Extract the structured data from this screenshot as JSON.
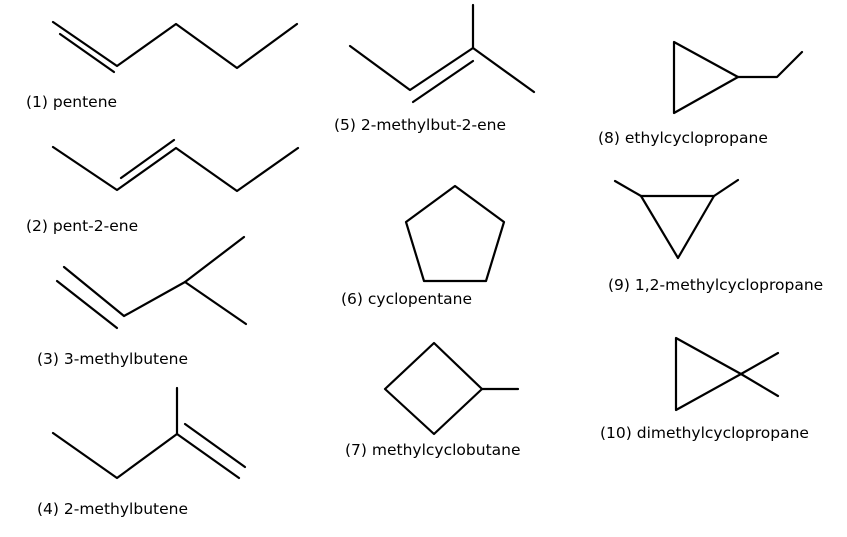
{
  "structures": [
    {
      "id": "1",
      "label": "(1) pentene"
    },
    {
      "id": "2",
      "label": "(2) pent-2-ene"
    },
    {
      "id": "3",
      "label": "(3) 3-methylbutene"
    },
    {
      "id": "4",
      "label": "(4) 2-methylbutene"
    },
    {
      "id": "5",
      "label": "(5) 2-methylbut-2-ene"
    },
    {
      "id": "6",
      "label": "(6) cyclopentane"
    },
    {
      "id": "7",
      "label": "(7) methylcyclobutane"
    },
    {
      "id": "8",
      "label": "(8) ethylcyclopropane"
    },
    {
      "id": "9",
      "label": "(9) 1,2-methylcyclopropane"
    },
    {
      "id": "10",
      "label": "(10) dimethylcyclopropane"
    }
  ],
  "colors": {
    "line": "#000000",
    "text": "#000000",
    "background": "#ffffff"
  }
}
